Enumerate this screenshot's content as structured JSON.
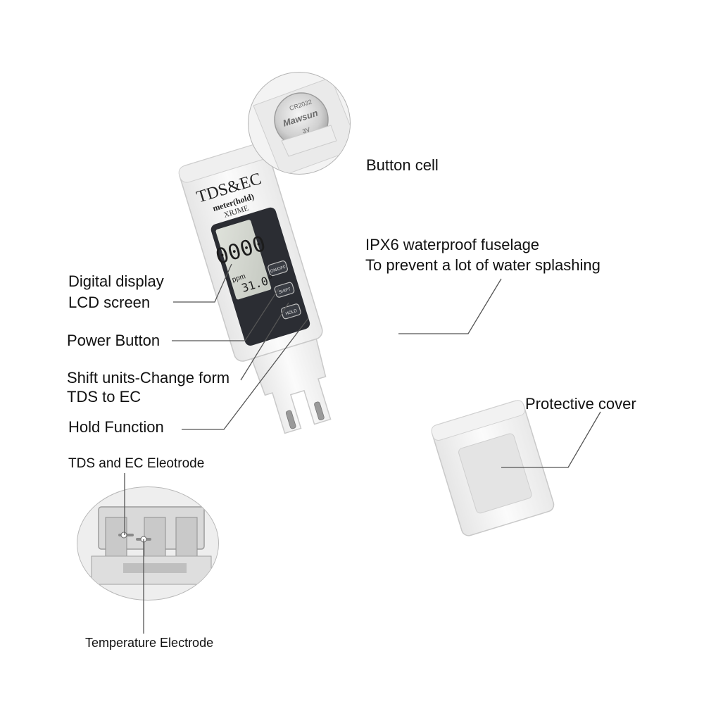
{
  "device": {
    "brand_line_1": "TDS&EC",
    "brand_line_2": "meter(hold)",
    "brand_line_3": "XRJME",
    "lcd_reading": "0000",
    "lcd_unit": "ppm",
    "lcd_temperature": "31.0°",
    "button_power": "ON/OFF",
    "button_shift": "SHIFT",
    "button_hold": "HOLD"
  },
  "battery": {
    "text_top": "CR2032",
    "text_brand": "Mawsun",
    "text_voltage": "3V"
  },
  "callouts": {
    "button_cell": "Button cell",
    "waterproof_line_1": "IPX6 waterproof fuselage",
    "waterproof_line_2": "To prevent a lot of water splashing",
    "display_line_1": "Digital display",
    "display_line_2": "LCD screen",
    "power_button": "Power Button",
    "shift_line_1": "Shift units-Change form",
    "shift_line_2": "TDS to EC",
    "hold_function": "Hold Function",
    "protective_cover": "Protective cover",
    "tds_ec_electrode": "TDS and EC Eleotrode",
    "temperature_electrode": "Temperature Electrode"
  },
  "colors": {
    "body": "#f4f4f4",
    "outline": "#c9c9c9",
    "lcd_bezel": "#2b2d33",
    "lcd_screen": "#d3d6cf",
    "leader_line": "#555555",
    "text": "#111111"
  }
}
